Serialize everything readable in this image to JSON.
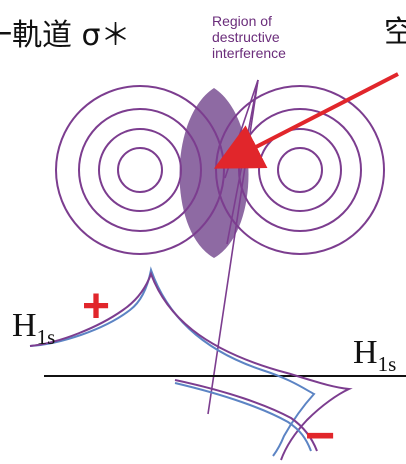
{
  "diagram": {
    "title": "一軌道 σ＊",
    "region_label_lines": [
      "Region of",
      "destructive",
      "interference"
    ],
    "right_edge_text": "空",
    "left_orbital": {
      "base": "H",
      "subscript": "1s",
      "sign": "+"
    },
    "right_orbital": {
      "base": "H",
      "subscript": "1s",
      "sign": "−"
    },
    "colors": {
      "circle": "#7c3d8f",
      "overlap_fill": "#8e6aa3",
      "arrow": "#e1262b",
      "blue_curve": "#5c84c4",
      "purple_curve": "#7c3d8f",
      "plus_sign": "#e1262b",
      "minus_sign": "#e1262b",
      "axis": "#111111"
    }
  }
}
